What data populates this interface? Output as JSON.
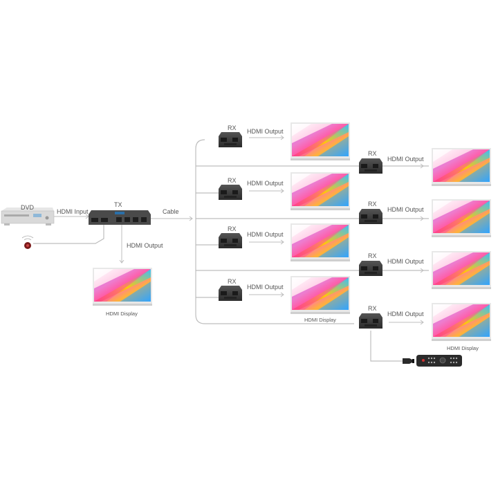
{
  "labels": {
    "dvd": "DVD",
    "hdmi_input": "HDMI Input",
    "tx": "TX",
    "cable": "Cable",
    "hdmi_output": "HDMI Output",
    "hdmi_display": "HDMI Display",
    "rx": "RX"
  },
  "colors": {
    "wire": "#bdbdbd",
    "device": "#3a3a3a",
    "text": "#555555"
  }
}
